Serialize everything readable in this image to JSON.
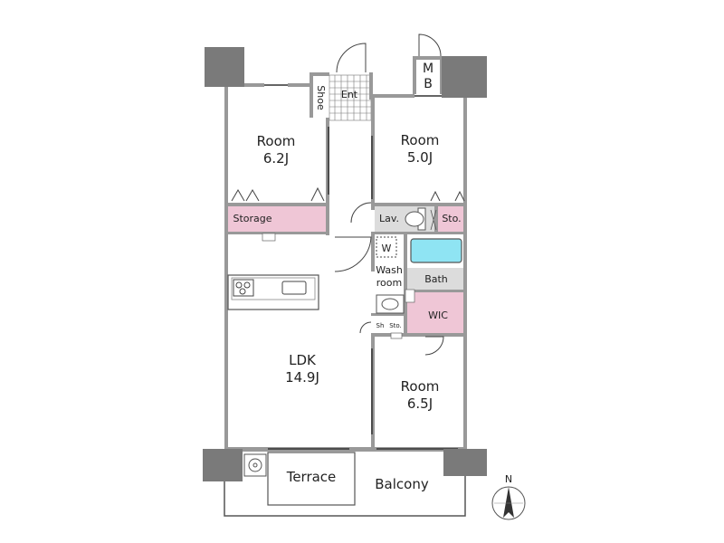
{
  "colors": {
    "wall": "#999999",
    "column": "#7a7a7a",
    "accent_pink": "#efc6d6",
    "wet_gray": "#dcdcdc",
    "bath_blue": "#8fe4f3",
    "line": "#555555"
  },
  "rooms": {
    "room_north_west": {
      "label": "Room",
      "size": "6.2J"
    },
    "room_north_east": {
      "label": "Room",
      "size": "5.0J"
    },
    "room_south_east": {
      "label": "Room",
      "size": "6.5J"
    },
    "ldk": {
      "label": "LDK",
      "size": "14.9J"
    }
  },
  "labels": {
    "shoe": "Shoe",
    "entrance": "Ent",
    "mb_top": "M",
    "mb_bottom": "B",
    "storage": "Storage",
    "lavatory": "Lav.",
    "storage_small": "Sto.",
    "washer": "W",
    "washroom_line1": "Wash",
    "washroom_line2": "room",
    "bath": "Bath",
    "wic": "WIC",
    "sto_mini": "Sto.",
    "sh": "Sh",
    "terrace": "Terrace",
    "balcony": "Balcony",
    "north": "N"
  },
  "icons": [
    "cooktop-icon",
    "sink-icon",
    "toilet-icon",
    "bathtub-icon",
    "washbasin-icon",
    "compass-icon"
  ]
}
